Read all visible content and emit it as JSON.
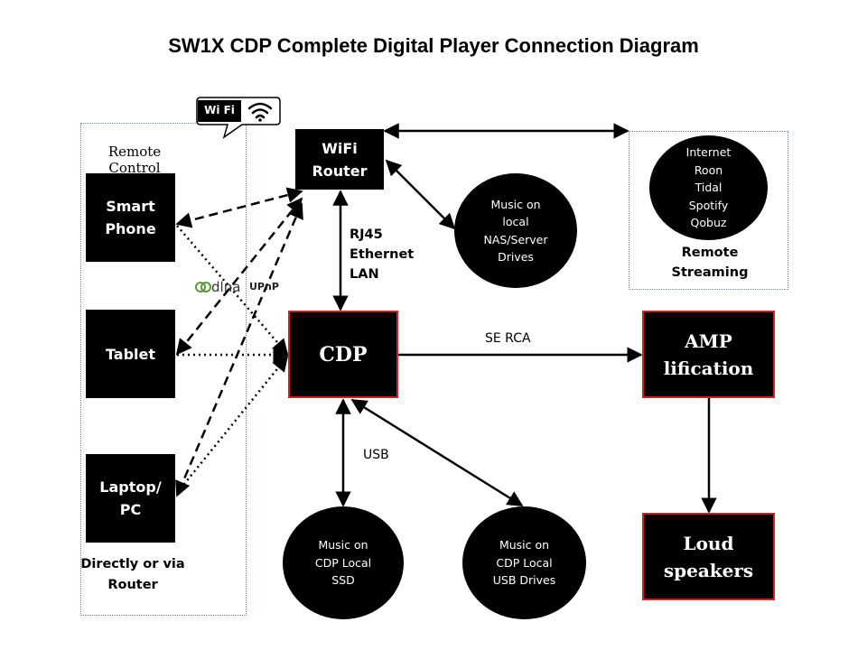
{
  "title": "SW1X CDP Complete Digital Player Connection Diagram",
  "remote_panel": {
    "heading": "Remote Control",
    "devices": [
      {
        "label": "Smart\nPhone"
      },
      {
        "label": "Tablet"
      },
      {
        "label": "Laptop/\nPC"
      }
    ],
    "footer": "Directly or via\nRouter"
  },
  "wifi_badge": "Wi Fi",
  "protocols": {
    "dlna": "dlna",
    "upnp": "UPnP"
  },
  "router": {
    "label": "WiFi\nRouter"
  },
  "ethernet_label": "RJ45\nEthernet\nLAN",
  "nas": {
    "label": "Music on\nlocal\nNAS/Server\nDrives"
  },
  "streaming": {
    "services": "Internet\nRoon\nTidal\nSpotify\nQobuz",
    "caption": "Remote\nStreaming"
  },
  "cdp": {
    "label": "CDP"
  },
  "se_rca_label": "SE RCA",
  "amp": {
    "label": "AMP\nlification"
  },
  "speakers": {
    "label": "Loud\nspeakers"
  },
  "usb_label": "USB",
  "ssd": {
    "label": "Music on\nCDP Local\nSSD"
  },
  "usb_drives": {
    "label": "Music on\nCDP Local\nUSB Drives"
  },
  "colors": {
    "box": "#000000",
    "red_border": "#d32020",
    "dlna_green": "#5a9a3c",
    "panel_border": "#6a88aa"
  }
}
